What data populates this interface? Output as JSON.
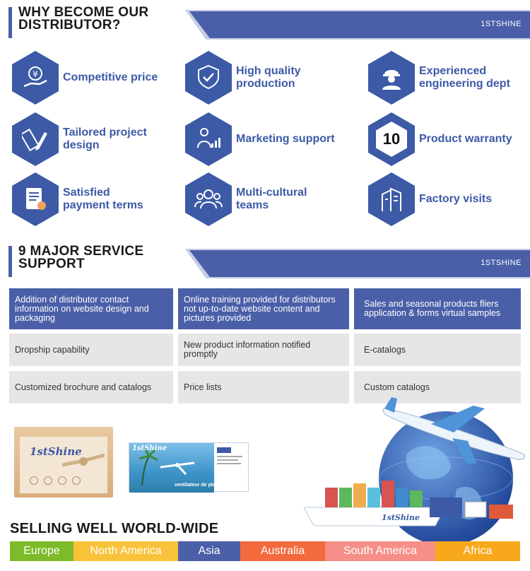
{
  "section1": {
    "title_line1": "WHY BECOME OUR",
    "title_line2": "DISTRIBUTOR?",
    "brand": "1STSHINE"
  },
  "benefits": [
    {
      "label_line1": "Competitive price",
      "label_line2": "",
      "icon": "yen-hand-icon"
    },
    {
      "label_line1": "High quality",
      "label_line2": "production",
      "icon": "quality-badge-icon"
    },
    {
      "label_line1": "Experienced",
      "label_line2": "engineering dept",
      "icon": "engineer-icon"
    },
    {
      "label_line1": "Tailored project",
      "label_line2": "design",
      "icon": "pencil-ruler-icon"
    },
    {
      "label_line1": "Marketing support",
      "label_line2": "",
      "icon": "presenter-chart-icon"
    },
    {
      "label_line1": "Product warranty",
      "label_line2": "",
      "icon": "warranty-10-icon"
    },
    {
      "label_line1": "Satisfied",
      "label_line2": "payment terms",
      "icon": "document-seal-icon"
    },
    {
      "label_line1": "Multi-cultural",
      "label_line2": "teams",
      "icon": "team-icon"
    },
    {
      "label_line1": "Factory visits",
      "label_line2": "",
      "icon": "factory-building-icon"
    }
  ],
  "warranty_number": "10",
  "section2": {
    "title_line1": "9 MAJOR SERVICE",
    "title_line2": "SUPPORT",
    "brand": "1STSHINE"
  },
  "services": [
    {
      "text": "Addition of distributor contact information on website design and packaging"
    },
    {
      "text": "Online training provided for distributors not up-to-date website content and pictures provided"
    },
    {
      "text": "Sales and seasonal products fliers application & forms virtual samples"
    },
    {
      "text": "Dropship capability"
    },
    {
      "text": "New product information notified promptly"
    },
    {
      "text": "E-catalogs"
    },
    {
      "text": "Customized brochure and catalogs"
    },
    {
      "text": "Price lists"
    },
    {
      "text": "Custom catalogs"
    }
  ],
  "product": {
    "brand_logo": "1stShine",
    "box2_caption": "ventilateur de plafond"
  },
  "worldwide": {
    "title": "SELLING WELL WORLD-WIDE",
    "regions": [
      {
        "name": "Europe",
        "color": "#7dbb2b"
      },
      {
        "name": "North America",
        "color": "#f8c33a"
      },
      {
        "name": "Asia",
        "color": "#4a5fa8"
      },
      {
        "name": "Australia",
        "color": "#f26a3d"
      },
      {
        "name": "South America",
        "color": "#f58f88"
      },
      {
        "name": "Africa",
        "color": "#f7a81b"
      }
    ]
  },
  "colors": {
    "primary": "#4a5fa8",
    "icon_bg": "#3c5aa6",
    "cell_grey": "#e6e6e6"
  }
}
